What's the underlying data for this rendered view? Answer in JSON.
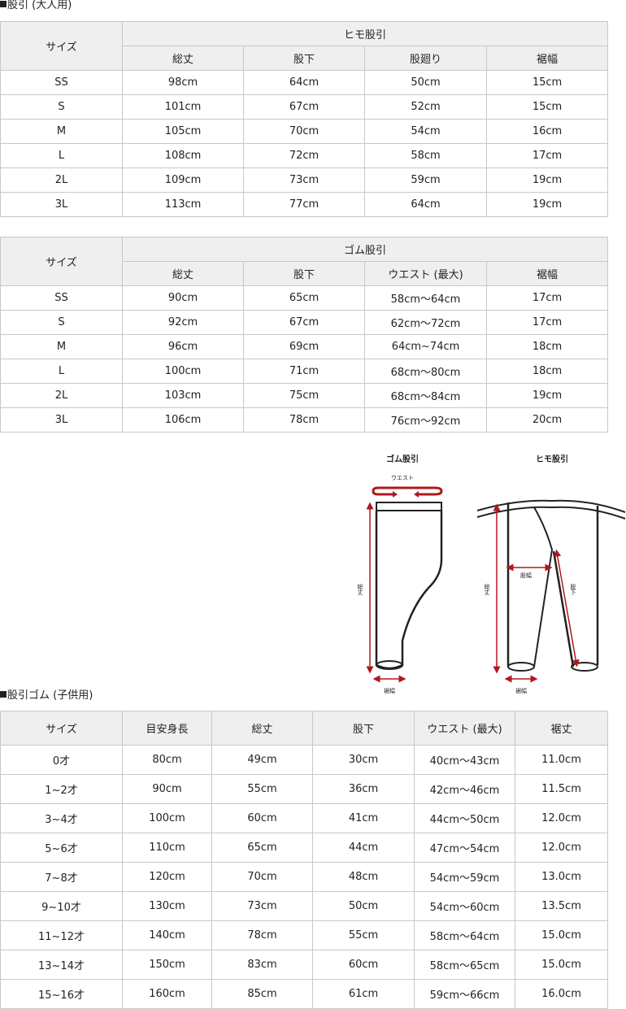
{
  "section1": {
    "heading": "股引 (大人用)",
    "size_header": "サイズ",
    "group_header": "ヒモ股引",
    "columns": [
      "総丈",
      "股下",
      "股廻り",
      "裾幅"
    ],
    "rows": [
      [
        "SS",
        "98cm",
        "64cm",
        "50cm",
        "15cm"
      ],
      [
        "S",
        "101cm",
        "67cm",
        "52cm",
        "15cm"
      ],
      [
        "M",
        "105cm",
        "70cm",
        "54cm",
        "16cm"
      ],
      [
        "L",
        "108cm",
        "72cm",
        "58cm",
        "17cm"
      ],
      [
        "2L",
        "109cm",
        "73cm",
        "59cm",
        "19cm"
      ],
      [
        "3L",
        "113cm",
        "77cm",
        "64cm",
        "19cm"
      ]
    ]
  },
  "section2": {
    "size_header": "サイズ",
    "group_header": "ゴム股引",
    "columns": [
      "総丈",
      "股下",
      "ウエスト (最大)",
      "裾幅"
    ],
    "rows": [
      [
        "SS",
        "90cm",
        "65cm",
        "58cm～64cm",
        "17cm"
      ],
      [
        "S",
        "92cm",
        "67cm",
        "62cm～72cm",
        "17cm"
      ],
      [
        "M",
        "96cm",
        "69cm",
        "64cm~74cm",
        "18cm"
      ],
      [
        "L",
        "100cm",
        "71cm",
        "68cm～80cm",
        "18cm"
      ],
      [
        "2L",
        "103cm",
        "75cm",
        "68cm～84cm",
        "19cm"
      ],
      [
        "3L",
        "106cm",
        "78cm",
        "76cm～92cm",
        "20cm"
      ]
    ]
  },
  "diagram": {
    "left_title": "ゴム股引",
    "right_title": "ヒモ股引",
    "waist_label": "ウエスト",
    "total_length_label": "総丈",
    "hem_label": "裾幅",
    "inseam_label": "股下",
    "thigh_label": "股幅",
    "accent_color": "#b0181e",
    "line_color": "#222222"
  },
  "section3": {
    "heading": "股引ゴム (子供用)",
    "columns": [
      "サイズ",
      "目安身長",
      "総丈",
      "股下",
      "ウエスト (最大)",
      "裾丈"
    ],
    "rows": [
      [
        "0才",
        "80cm",
        "49cm",
        "30cm",
        "40cm～43cm",
        "11.0cm"
      ],
      [
        "1~2才",
        "90cm",
        "55cm",
        "36cm",
        "42cm～46cm",
        "11.5cm"
      ],
      [
        "3~4才",
        "100cm",
        "60cm",
        "41cm",
        "44cm～50cm",
        "12.0cm"
      ],
      [
        "5~6才",
        "110cm",
        "65cm",
        "44cm",
        "47cm～54cm",
        "12.0cm"
      ],
      [
        "7~8才",
        "120cm",
        "70cm",
        "48cm",
        "54cm～59cm",
        "13.0cm"
      ],
      [
        "9~10才",
        "130cm",
        "73cm",
        "50cm",
        "54cm～60cm",
        "13.5cm"
      ],
      [
        "11~12才",
        "140cm",
        "78cm",
        "55cm",
        "58cm～64cm",
        "15.0cm"
      ],
      [
        "13~14才",
        "150cm",
        "83cm",
        "60cm",
        "58cm～65cm",
        "15.0cm"
      ],
      [
        "15~16才",
        "160cm",
        "85cm",
        "61cm",
        "59cm～66cm",
        "16.0cm"
      ]
    ]
  }
}
